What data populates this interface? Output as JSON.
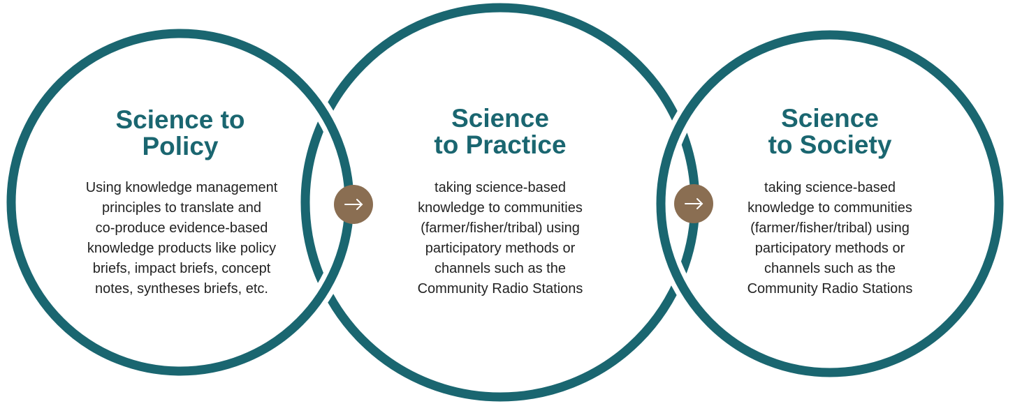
{
  "colors": {
    "ring": "#1a6670",
    "arrow_badge": "#8a6e52",
    "title_text": "#1a6670",
    "body_text": "#222222"
  },
  "circles": [
    {
      "title_lines": [
        "Science to",
        "Policy"
      ],
      "body_lines": [
        "Using knowledge management",
        "principles to translate and",
        "co-produce evidence-based",
        "knowledge products like policy",
        "briefs, impact briefs, concept",
        "notes, syntheses briefs, etc."
      ]
    },
    {
      "title_lines": [
        "Science",
        "to Practice"
      ],
      "body_lines": [
        "taking science-based",
        "knowledge to communities",
        "(farmer/fisher/tribal) using",
        "participatory methods or",
        "channels such as the",
        "Community Radio Stations"
      ]
    },
    {
      "title_lines": [
        "Science",
        "to Society"
      ],
      "body_lines": [
        "taking science-based",
        "knowledge to communities",
        "(farmer/fisher/tribal) using",
        "participatory methods or",
        "channels such as the",
        "Community Radio Stations"
      ]
    }
  ],
  "connectors": [
    {
      "icon": "arrow-right-icon"
    },
    {
      "icon": "arrow-right-icon"
    }
  ]
}
